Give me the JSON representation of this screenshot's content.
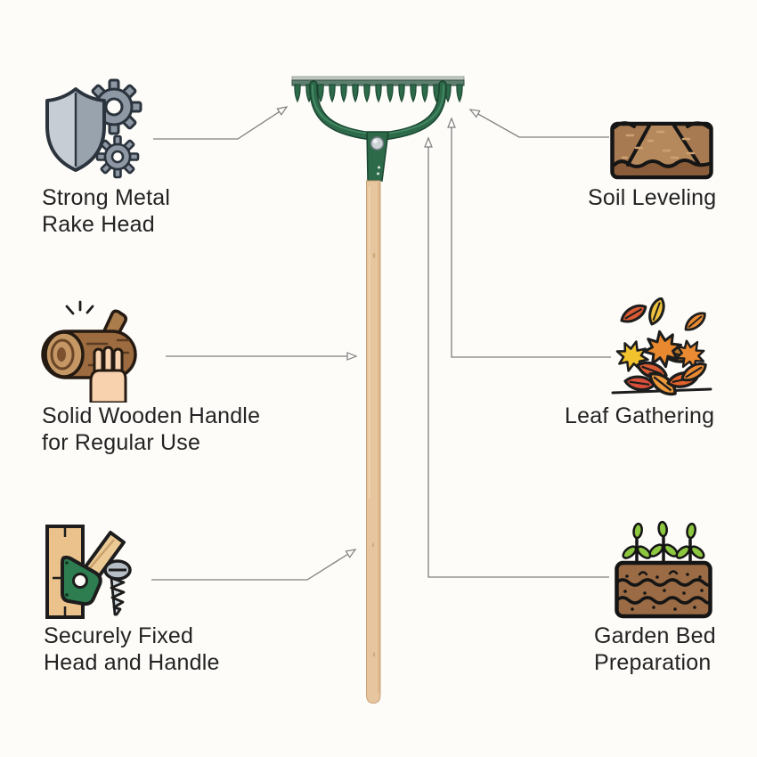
{
  "canvas": {
    "background": "#fdfcf9",
    "text_color": "#232323",
    "arrow_color": "#7f7f7f"
  },
  "product": {
    "illustration": "bow-rake",
    "head_color": "#2d6a4a",
    "bow_color": "#2d6a4a",
    "bar_top_color": "#c3c9c5",
    "handle_color": "#e7c69f",
    "tine_count": 15
  },
  "features": {
    "left": [
      {
        "icon": "shield-gears-icon",
        "lines": [
          "Strong Metal",
          "Rake Head"
        ]
      },
      {
        "icon": "log-hand-icon",
        "lines": [
          "Solid Wooden Handle",
          "for Regular Use"
        ]
      },
      {
        "icon": "wood-screw-icon",
        "lines": [
          "Securely Fixed",
          "Head and Handle"
        ]
      }
    ],
    "right": [
      {
        "icon": "soil-icon",
        "lines": [
          "Soil Leveling"
        ]
      },
      {
        "icon": "leaves-icon",
        "lines": [
          "Leaf Gathering"
        ]
      },
      {
        "icon": "garden-bed-icon",
        "lines": [
          "Garden Bed",
          "Preparation"
        ]
      }
    ]
  }
}
